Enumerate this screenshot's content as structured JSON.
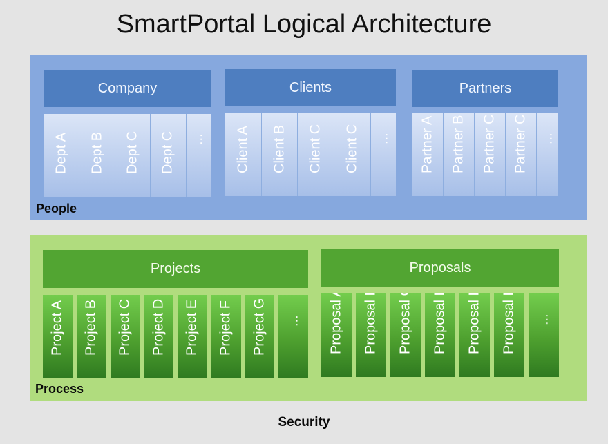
{
  "title": "SmartPortal Logical Architecture",
  "people": {
    "label": "People",
    "groups": [
      {
        "name": "Company",
        "items": [
          "Dept A",
          "Dept B",
          "Dept C",
          "Dept C",
          "..."
        ]
      },
      {
        "name": "Clients",
        "items": [
          "Client A",
          "Client B",
          "Client C",
          "Client C",
          "..."
        ]
      },
      {
        "name": "Partners",
        "items": [
          "Partner A",
          "Partner B",
          "Partner C",
          "Partner C",
          "..."
        ]
      }
    ]
  },
  "process": {
    "label": "Process",
    "groups": [
      {
        "name": "Projects",
        "items": [
          "Project A",
          "Project B",
          "Project C",
          "Project D",
          "Project E",
          "Project F",
          "Project G",
          "..."
        ]
      },
      {
        "name": "Proposals",
        "items": [
          "Proposal A",
          "Proposal B",
          "Proposal C",
          "Proposal D",
          "Proposal E",
          "Proposal F",
          "..."
        ]
      }
    ]
  },
  "security": {
    "label": "Security"
  },
  "colors": {
    "people_layer": "#86a8de",
    "people_header": "#4e7ec0",
    "process_layer": "#b0dc7e",
    "process_header": "#52a532",
    "background": "#e4e4e4"
  }
}
